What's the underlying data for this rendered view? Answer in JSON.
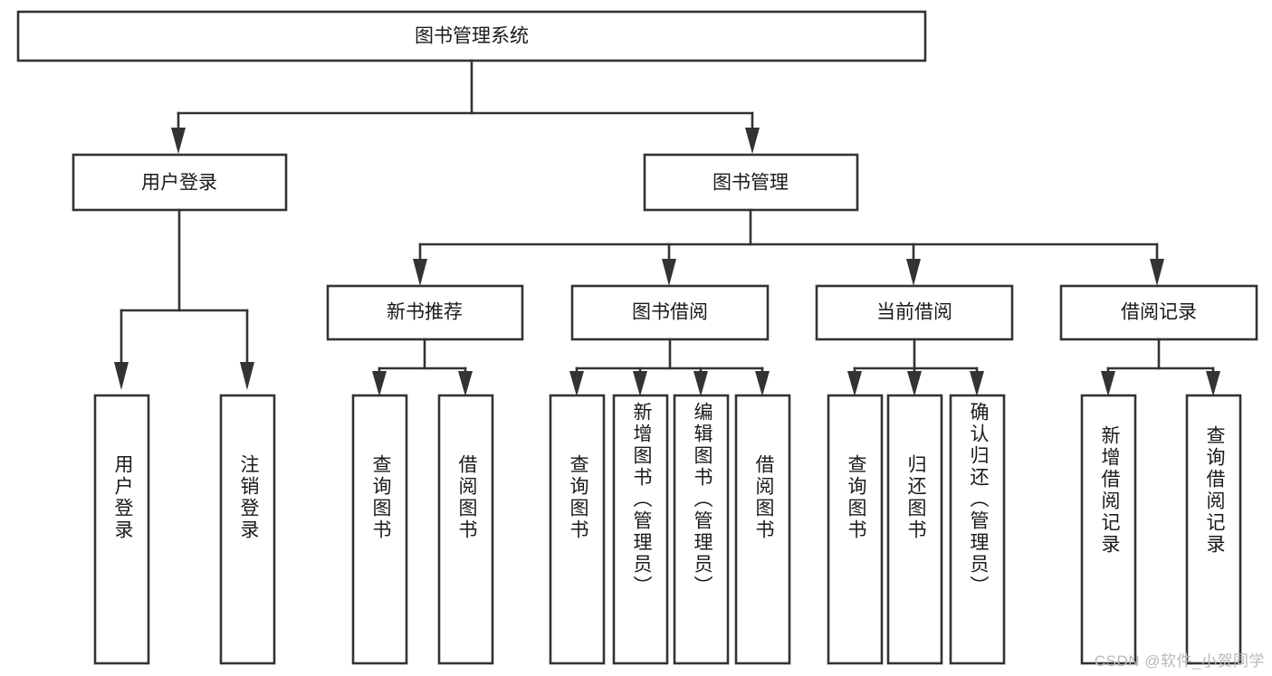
{
  "diagram": {
    "type": "tree-hierarchy",
    "title": "图书管理系统",
    "watermark": "CSDN @软件_小贺同学",
    "colors": {
      "box_stroke": "#333333",
      "box_fill": "#ffffff",
      "text": "#1a1a1a",
      "background": "#ffffff",
      "watermark": "#b9b9b9"
    },
    "levels": {
      "root": {
        "label": "图书管理系统"
      },
      "level2": [
        {
          "label": "用户登录"
        },
        {
          "label": "图书管理"
        }
      ],
      "level3": [
        {
          "label": "新书推荐"
        },
        {
          "label": "图书借阅"
        },
        {
          "label": "当前借阅"
        },
        {
          "label": "借阅记录"
        }
      ],
      "leaves": {
        "user_login": [
          {
            "label": "用户登录"
          },
          {
            "label": "注销登录"
          }
        ],
        "new_book_recommend": [
          {
            "label": "查询图书"
          },
          {
            "label": "借阅图书"
          }
        ],
        "book_borrow": [
          {
            "label": "查询图书"
          },
          {
            "label": "新增图书（管理员）"
          },
          {
            "label": "编辑图书（管理员）"
          },
          {
            "label": "借阅图书"
          }
        ],
        "current_borrow": [
          {
            "label": "查询图书"
          },
          {
            "label": "归还图书"
          },
          {
            "label": "确认归还（管理员）"
          }
        ],
        "borrow_record": [
          {
            "label": "新增借阅记录"
          },
          {
            "label": "查询借阅记录"
          }
        ]
      }
    }
  }
}
